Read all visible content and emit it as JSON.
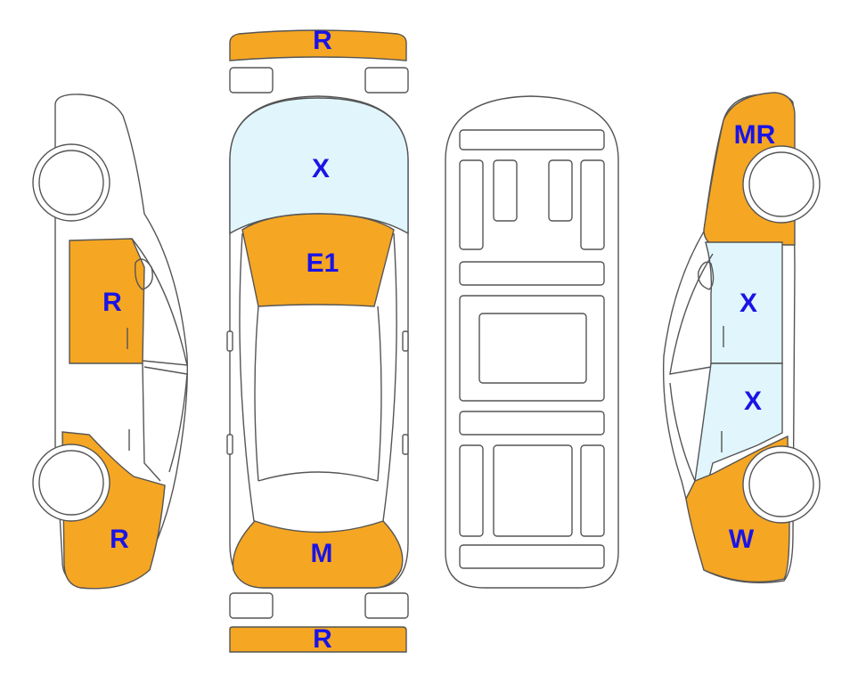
{
  "colors": {
    "damaged": "#F5A623",
    "glass": "#E0F6FC",
    "label": "#1A14E6",
    "outline": "#555555"
  },
  "views": {
    "left_side": {
      "labels": {
        "front_door": "R",
        "rear_panel": "R"
      }
    },
    "top": {
      "labels": {
        "front_bumper": "R",
        "windshield": "X",
        "hood": "E1",
        "trunk": "M",
        "rear_bumper": "R"
      }
    },
    "underbody": {},
    "right_side": {
      "labels": {
        "rear_quarter": "MR",
        "rear_door_glass": "X",
        "front_door_glass": "X",
        "front_panel": "W"
      }
    }
  }
}
